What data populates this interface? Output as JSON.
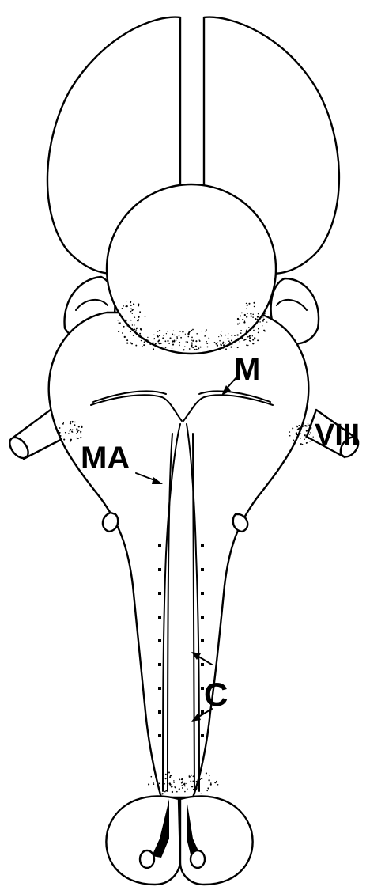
{
  "figure": {
    "labels": {
      "m": "M",
      "ma": "MA",
      "viii": "VIII",
      "c": "C"
    }
  }
}
